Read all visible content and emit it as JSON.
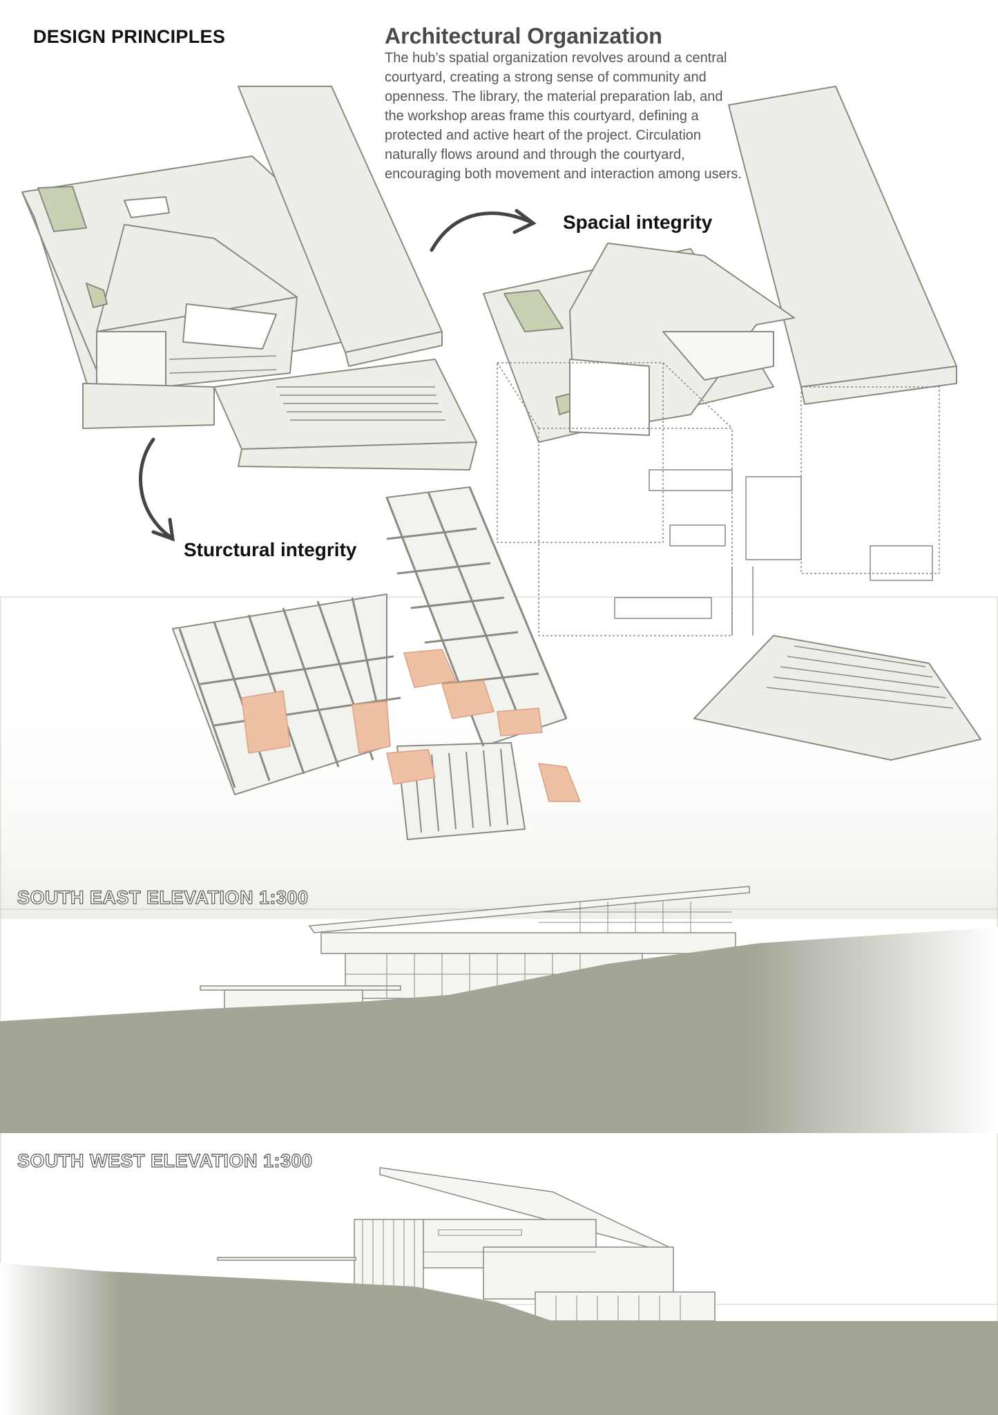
{
  "heading": "DESIGN PRINCIPLES",
  "organization": {
    "title": "Architectural Organization",
    "body": "The hub’s spatial organization revolves around a central courtyard, creating a strong sense of community and openness. The library, the material preparation lab, and the workshop areas frame this courtyard, defining a protected and active heart of the project. Circulation naturally flows around and through the courtyard, encouraging both movement and interaction among users."
  },
  "labels": {
    "spatial": "Spacial integrity",
    "structural": "Sturctural integrity"
  },
  "elevations": {
    "south_east": "SOUTH EAST ELEVATION 1:300",
    "south_west": "SOUTH WEST ELEVATION 1:300"
  },
  "colors": {
    "line": "#8a8a80",
    "fill": "#eeeee9",
    "green": "#c8d2b2",
    "orange": "#efc1a4",
    "ground": "#a4a497"
  }
}
